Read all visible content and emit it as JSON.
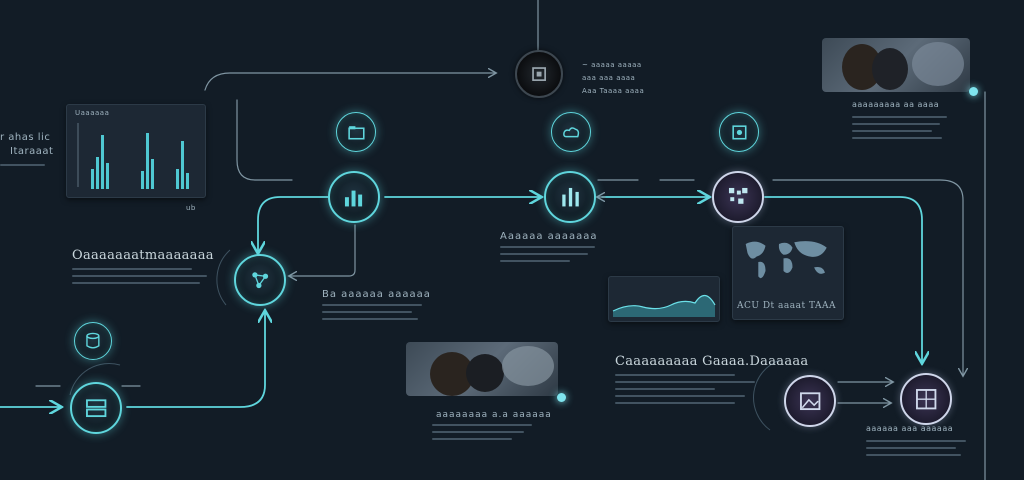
{
  "title_top_left": [
    "r ahas lic",
    "Itaraaat"
  ],
  "chart_panel": {
    "heading": "Uaaaaaa",
    "foot": "ub"
  },
  "left_heading": "Oaaaaaaatmaaaaaaa",
  "mid_caption": "Ba aaaaaa aaaaaa",
  "center_heading": "Aaaaaa aaaaaaa",
  "top_center": [
    "~ aaaaa aaaaa",
    "aaa aaa aaaa",
    "Aaa Taaaa aaaa"
  ],
  "top_right_label": "aaaaaaaaa aa aaaa",
  "map_caption": "ACU Dt aaaat TAAA",
  "cloud_caption": "aaaaaaaa a.a aaaaaa",
  "bottom_heading": "Caaaaaaaaa Gaaaa.Daaaaaa",
  "bottom_right_label": "aaaaaa aaa aaaaaa",
  "colors": {
    "accent": "#5fd6dd",
    "background": "#121c26",
    "panel": "#1d2834"
  }
}
